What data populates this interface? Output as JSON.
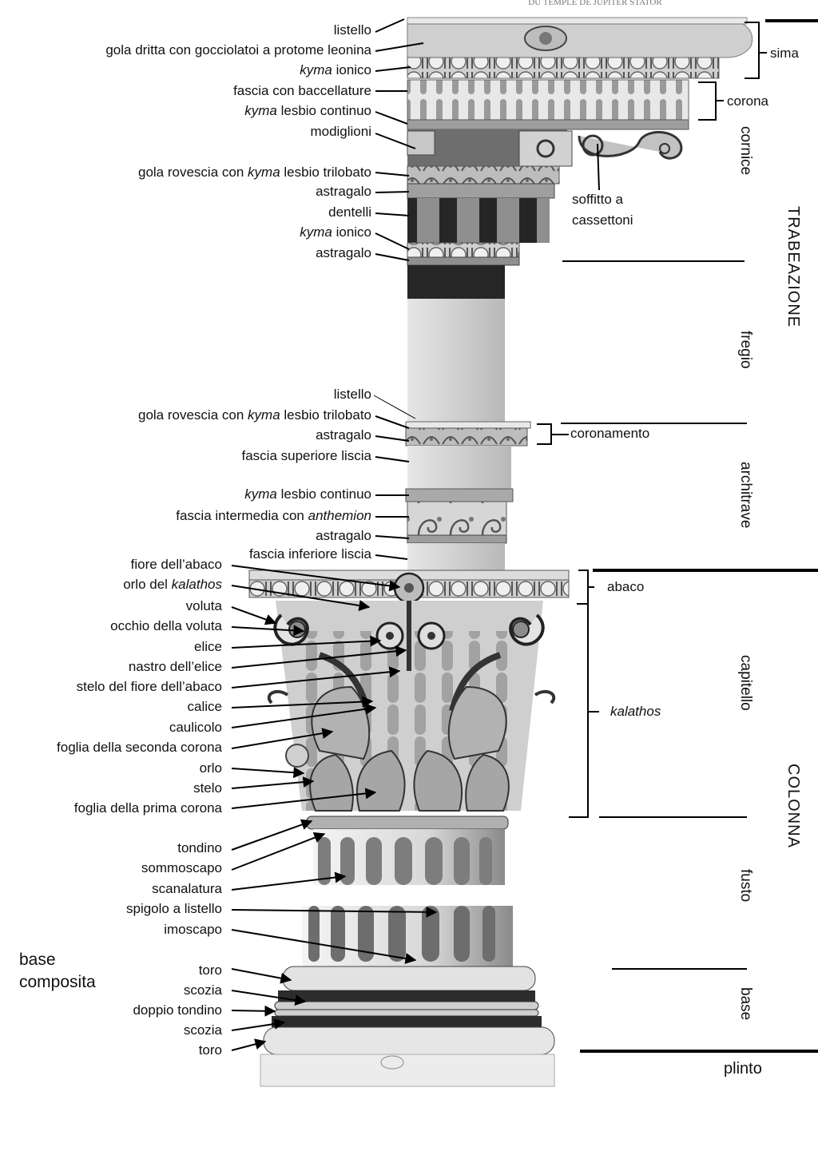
{
  "plate_caption": "DU TEMPLE DE JUPITER STATOR",
  "left_labels": [
    {
      "id": "listello-top",
      "parts": [
        {
          "t": "listello"
        }
      ]
    },
    {
      "id": "gola-dritta",
      "parts": [
        {
          "t": "gola dritta con gocciolatoi a protome leonina"
        }
      ]
    },
    {
      "id": "kyma-ionico-1",
      "parts": [
        {
          "t": "kyma",
          "i": true
        },
        {
          "t": " ionico"
        }
      ]
    },
    {
      "id": "fascia-baccellature",
      "parts": [
        {
          "t": "fascia con baccellature"
        }
      ]
    },
    {
      "id": "kyma-lesbio-continuo-1",
      "parts": [
        {
          "t": "kyma",
          "i": true
        },
        {
          "t": " lesbio continuo"
        }
      ]
    },
    {
      "id": "modiglioni",
      "parts": [
        {
          "t": "modiglioni"
        }
      ]
    },
    {
      "id": "gola-rovescia-1",
      "parts": [
        {
          "t": "gola rovescia con "
        },
        {
          "t": "kyma",
          "i": true
        },
        {
          "t": " lesbio trilobato"
        }
      ]
    },
    {
      "id": "astragalo-1",
      "parts": [
        {
          "t": "astragalo"
        }
      ]
    },
    {
      "id": "dentelli",
      "parts": [
        {
          "t": "dentelli"
        }
      ]
    },
    {
      "id": "kyma-ionico-2",
      "parts": [
        {
          "t": "kyma",
          "i": true
        },
        {
          "t": " ionico"
        }
      ]
    },
    {
      "id": "astragalo-2",
      "parts": [
        {
          "t": "astragalo"
        }
      ]
    },
    {
      "id": "listello-2",
      "parts": [
        {
          "t": "listello"
        }
      ]
    },
    {
      "id": "gola-rovescia-2",
      "parts": [
        {
          "t": "gola rovescia con "
        },
        {
          "t": "kyma",
          "i": true
        },
        {
          "t": " lesbio trilobato"
        }
      ]
    },
    {
      "id": "astragalo-3",
      "parts": [
        {
          "t": "astragalo"
        }
      ]
    },
    {
      "id": "fascia-superiore",
      "parts": [
        {
          "t": "fascia superiore liscia"
        }
      ]
    },
    {
      "id": "kyma-lesbio-continuo-2",
      "parts": [
        {
          "t": "kyma",
          "i": true
        },
        {
          "t": " lesbio continuo"
        }
      ]
    },
    {
      "id": "fascia-intermedia",
      "parts": [
        {
          "t": "fascia intermedia con "
        },
        {
          "t": "anthemion",
          "i": true
        }
      ]
    },
    {
      "id": "astragalo-4",
      "parts": [
        {
          "t": "astragalo"
        }
      ]
    },
    {
      "id": "fascia-inferiore",
      "parts": [
        {
          "t": "fascia inferiore liscia"
        }
      ]
    },
    {
      "id": "fiore-abaco",
      "parts": [
        {
          "t": "fiore dell’abaco"
        }
      ]
    },
    {
      "id": "orlo-kalathos",
      "parts": [
        {
          "t": "orlo del "
        },
        {
          "t": "kalathos",
          "i": true
        }
      ]
    },
    {
      "id": "voluta",
      "parts": [
        {
          "t": "voluta"
        }
      ]
    },
    {
      "id": "occhio-voluta",
      "parts": [
        {
          "t": "occhio della voluta"
        }
      ]
    },
    {
      "id": "elice",
      "parts": [
        {
          "t": "elice"
        }
      ]
    },
    {
      "id": "nastro-elice",
      "parts": [
        {
          "t": "nastro dell’elice"
        }
      ]
    },
    {
      "id": "stelo-fiore",
      "parts": [
        {
          "t": "stelo del fiore dell’abaco"
        }
      ]
    },
    {
      "id": "calice",
      "parts": [
        {
          "t": "calice"
        }
      ]
    },
    {
      "id": "caulicolo",
      "parts": [
        {
          "t": "caulicolo"
        }
      ]
    },
    {
      "id": "foglia-seconda",
      "parts": [
        {
          "t": "foglia della seconda corona"
        }
      ]
    },
    {
      "id": "orlo",
      "parts": [
        {
          "t": "orlo"
        }
      ]
    },
    {
      "id": "stelo",
      "parts": [
        {
          "t": "stelo"
        }
      ]
    },
    {
      "id": "foglia-prima",
      "parts": [
        {
          "t": "foglia della prima corona"
        }
      ]
    },
    {
      "id": "tondino",
      "parts": [
        {
          "t": "tondino"
        }
      ]
    },
    {
      "id": "sommoscapo",
      "parts": [
        {
          "t": "sommoscapo"
        }
      ]
    },
    {
      "id": "scanalatura",
      "parts": [
        {
          "t": "scanalatura"
        }
      ]
    },
    {
      "id": "spigolo",
      "parts": [
        {
          "t": "spigolo a listello"
        }
      ]
    },
    {
      "id": "imoscapo",
      "parts": [
        {
          "t": "imoscapo"
        }
      ]
    },
    {
      "id": "toro-1",
      "parts": [
        {
          "t": "toro"
        }
      ]
    },
    {
      "id": "scozia-1",
      "parts": [
        {
          "t": "scozia"
        }
      ]
    },
    {
      "id": "doppio-tondino",
      "parts": [
        {
          "t": "doppio tondino"
        }
      ]
    },
    {
      "id": "scozia-2",
      "parts": [
        {
          "t": "scozia"
        }
      ]
    },
    {
      "id": "toro-2",
      "parts": [
        {
          "t": "toro"
        }
      ]
    }
  ],
  "base_title": [
    "base",
    "composita"
  ],
  "right_labels": {
    "sima": "sima",
    "corona": "corona",
    "soffitto": [
      "soffitto a",
      "cassettoni"
    ],
    "coronamento": "coronamento",
    "abaco": "abaco",
    "kalathos": "kalathos",
    "plinto": "plinto"
  },
  "vertical_labels": {
    "cornice": "cornice",
    "fregio": "fregio",
    "architrave": "architrave",
    "capitello": "capitello",
    "fusto": "fusto",
    "base": "base",
    "trabeazione": "TRABEAZIONE",
    "colonna": "COLONNA"
  }
}
